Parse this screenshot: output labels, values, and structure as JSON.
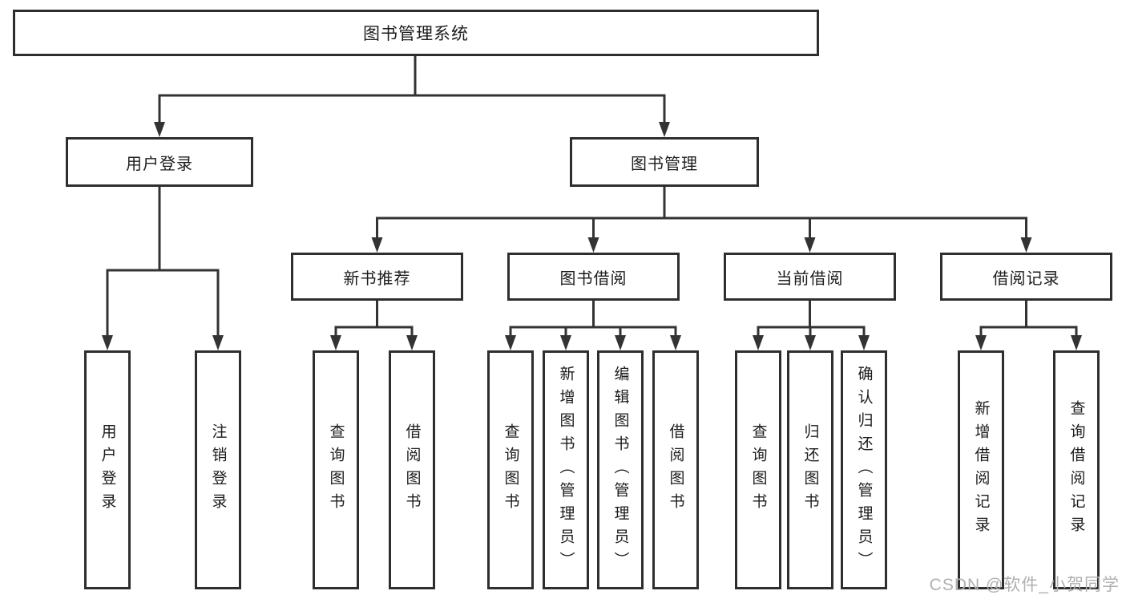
{
  "diagram": {
    "type": "hierarchy-chart",
    "tree": {
      "root": {
        "label": "图书管理系统"
      },
      "children": [
        {
          "label": "用户登录",
          "children": [
            {
              "label": "用户登录"
            },
            {
              "label": "注销登录"
            }
          ]
        },
        {
          "label": "图书管理",
          "children": [
            {
              "label": "新书推荐",
              "children": [
                {
                  "label": "查询图书"
                },
                {
                  "label": "借阅图书"
                }
              ]
            },
            {
              "label": "图书借阅",
              "children": [
                {
                  "label": "查询图书"
                },
                {
                  "label": "新增图书（管理员）"
                },
                {
                  "label": "编辑图书（管理员）"
                },
                {
                  "label": "借阅图书"
                }
              ]
            },
            {
              "label": "当前借阅",
              "children": [
                {
                  "label": "查询图书"
                },
                {
                  "label": "归还图书"
                },
                {
                  "label": "确认归还（管理员）"
                }
              ]
            },
            {
              "label": "借阅记录",
              "children": [
                {
                  "label": "新增借阅记录"
                },
                {
                  "label": "查询借阅记录"
                }
              ]
            }
          ]
        }
      ]
    },
    "watermark": "CSDN @软件_小贺同学",
    "colors": {
      "line": "#333333",
      "box_border": "#2e2e2e",
      "text": "#1c1c1c",
      "background": "#ffffff",
      "watermark": "#b0b0b0"
    }
  }
}
